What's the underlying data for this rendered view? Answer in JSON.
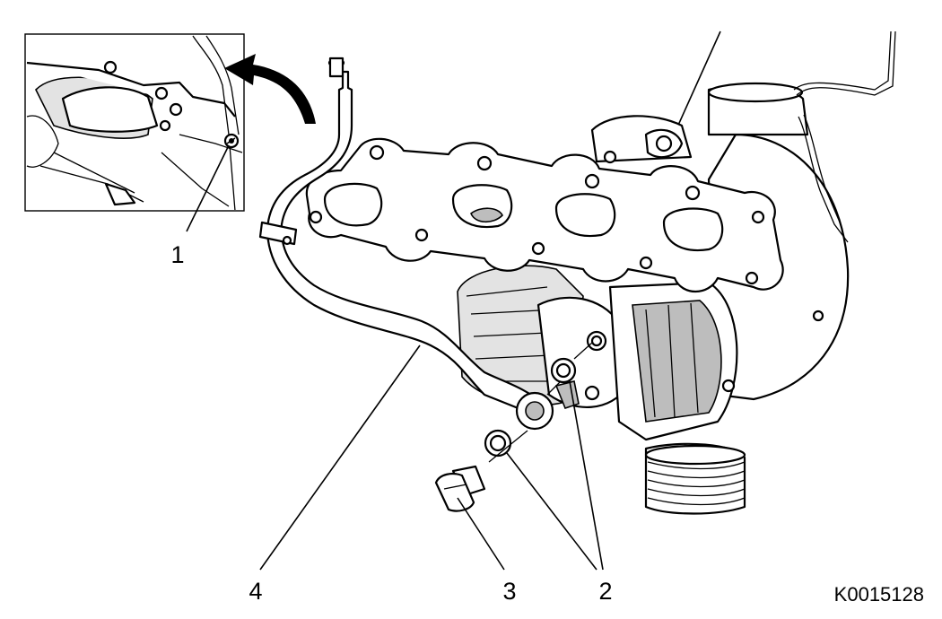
{
  "labels": {
    "callout_1": "1",
    "callout_2": "2",
    "callout_3": "3",
    "callout_4": "4"
  },
  "figure_code": "K0015128",
  "colors": {
    "line": "#000000",
    "shade": "#bdbdbd",
    "background": "#ffffff"
  }
}
